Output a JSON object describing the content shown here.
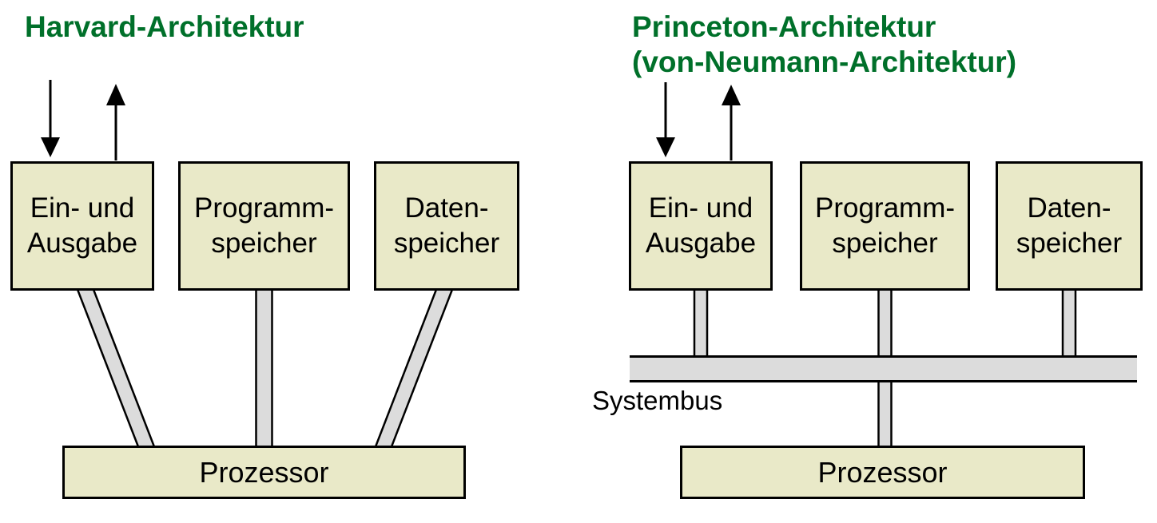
{
  "left": {
    "title": "Harvard-Architektur",
    "io_box": "Ein- und\nAusgabe",
    "program_box": "Programm-\nspeicher",
    "data_box": "Daten-\nspeicher",
    "processor_box": "Prozessor"
  },
  "right": {
    "title_line1": "Princeton-Architektur",
    "title_line2": "(von-Neumann-Architektur)",
    "io_box": "Ein- und\nAusgabe",
    "program_box": "Programm-\nspeicher",
    "data_box": "Daten-\nspeicher",
    "bus_label": "Systembus",
    "processor_box": "Prozessor"
  },
  "colors": {
    "title_green": "#00702a",
    "box_fill": "#e9e9c8",
    "connector_gray": "#dcdcdc",
    "outline": "#000000"
  }
}
